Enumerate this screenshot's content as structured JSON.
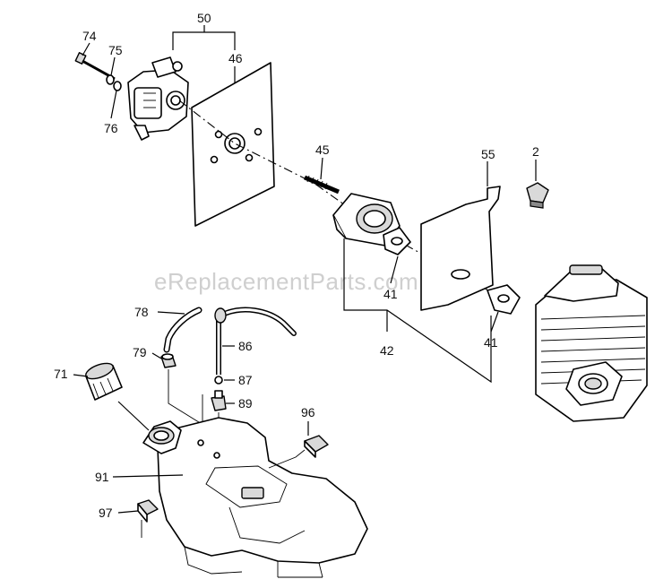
{
  "watermark": "eReplacementParts.com",
  "callouts": {
    "c74": "74",
    "c75": "75",
    "c76": "76",
    "c50": "50",
    "c46": "46",
    "c45": "45",
    "c55": "55",
    "c2": "2",
    "c41a": "41",
    "c42": "42",
    "c41b": "41",
    "c78": "78",
    "c86": "86",
    "c79": "79",
    "c87": "87",
    "c89": "89",
    "c71": "71",
    "c96": "96",
    "c91": "91",
    "c97": "97"
  }
}
